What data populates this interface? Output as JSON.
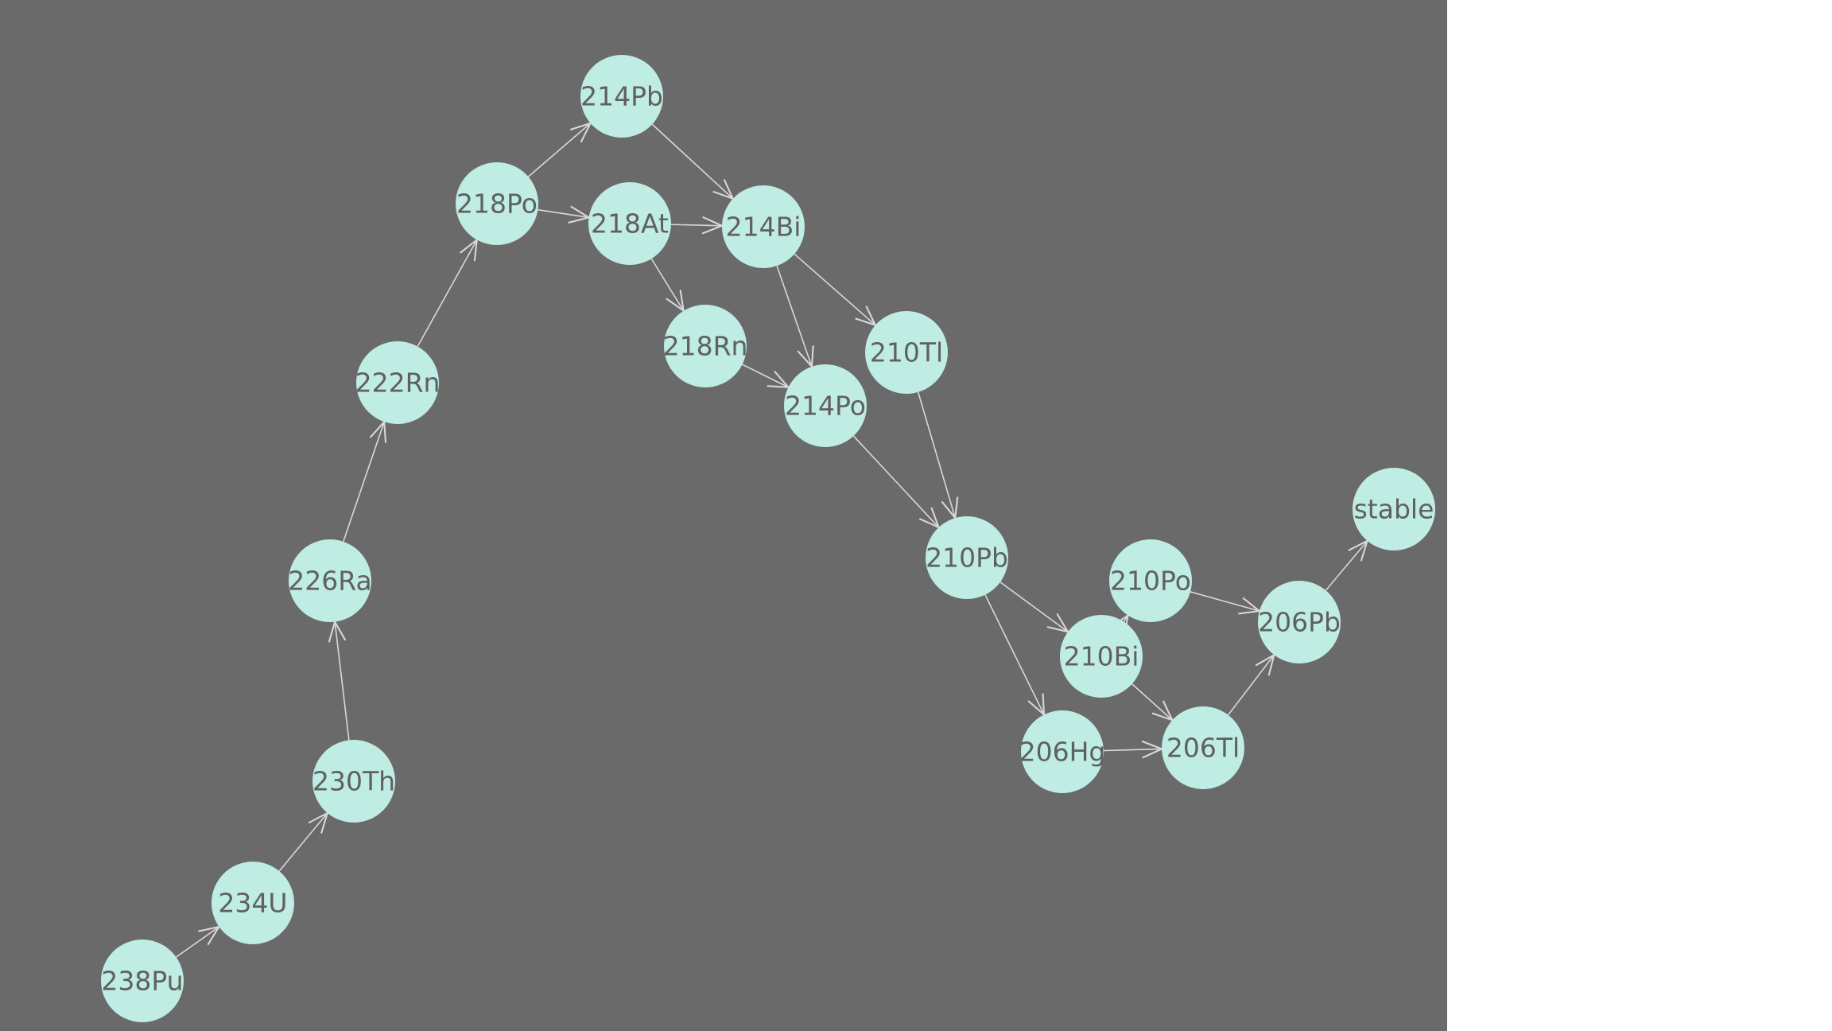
{
  "colors": {
    "background": "#6a6a6a",
    "page": "#ffffff",
    "node_fill": "#bfece3",
    "node_text": "#606060",
    "edge": "#d8d8d8"
  },
  "nodes": [
    {
      "id": "238Pu",
      "label": "238Pu"
    },
    {
      "id": "234U",
      "label": "234U"
    },
    {
      "id": "230Th",
      "label": "230Th"
    },
    {
      "id": "226Ra",
      "label": "226Ra"
    },
    {
      "id": "222Rn",
      "label": "222Rn"
    },
    {
      "id": "218Po",
      "label": "218Po"
    },
    {
      "id": "214Pb",
      "label": "214Pb"
    },
    {
      "id": "218At",
      "label": "218At"
    },
    {
      "id": "214Bi",
      "label": "214Bi"
    },
    {
      "id": "218Rn",
      "label": "218Rn"
    },
    {
      "id": "214Po",
      "label": "214Po"
    },
    {
      "id": "210Tl",
      "label": "210Tl"
    },
    {
      "id": "210Pb",
      "label": "210Pb"
    },
    {
      "id": "210Po",
      "label": "210Po"
    },
    {
      "id": "210Bi",
      "label": "210Bi"
    },
    {
      "id": "206Hg",
      "label": "206Hg"
    },
    {
      "id": "206Tl",
      "label": "206Tl"
    },
    {
      "id": "206Pb",
      "label": "206Pb"
    },
    {
      "id": "stable",
      "label": "stable"
    }
  ],
  "edges": [
    {
      "from": "238Pu",
      "to": "234U"
    },
    {
      "from": "234U",
      "to": "230Th"
    },
    {
      "from": "230Th",
      "to": "226Ra"
    },
    {
      "from": "226Ra",
      "to": "222Rn"
    },
    {
      "from": "222Rn",
      "to": "218Po"
    },
    {
      "from": "218Po",
      "to": "214Pb"
    },
    {
      "from": "218Po",
      "to": "218At"
    },
    {
      "from": "214Pb",
      "to": "214Bi"
    },
    {
      "from": "218At",
      "to": "214Bi"
    },
    {
      "from": "218At",
      "to": "218Rn"
    },
    {
      "from": "218Rn",
      "to": "214Po"
    },
    {
      "from": "214Bi",
      "to": "214Po"
    },
    {
      "from": "214Bi",
      "to": "210Tl"
    },
    {
      "from": "214Po",
      "to": "210Pb"
    },
    {
      "from": "210Tl",
      "to": "210Pb"
    },
    {
      "from": "210Pb",
      "to": "210Bi"
    },
    {
      "from": "210Pb",
      "to": "206Hg"
    },
    {
      "from": "210Bi",
      "to": "210Po"
    },
    {
      "from": "210Bi",
      "to": "206Tl"
    },
    {
      "from": "206Hg",
      "to": "206Tl"
    },
    {
      "from": "210Po",
      "to": "206Pb"
    },
    {
      "from": "206Tl",
      "to": "206Pb"
    },
    {
      "from": "206Pb",
      "to": "stable"
    }
  ]
}
